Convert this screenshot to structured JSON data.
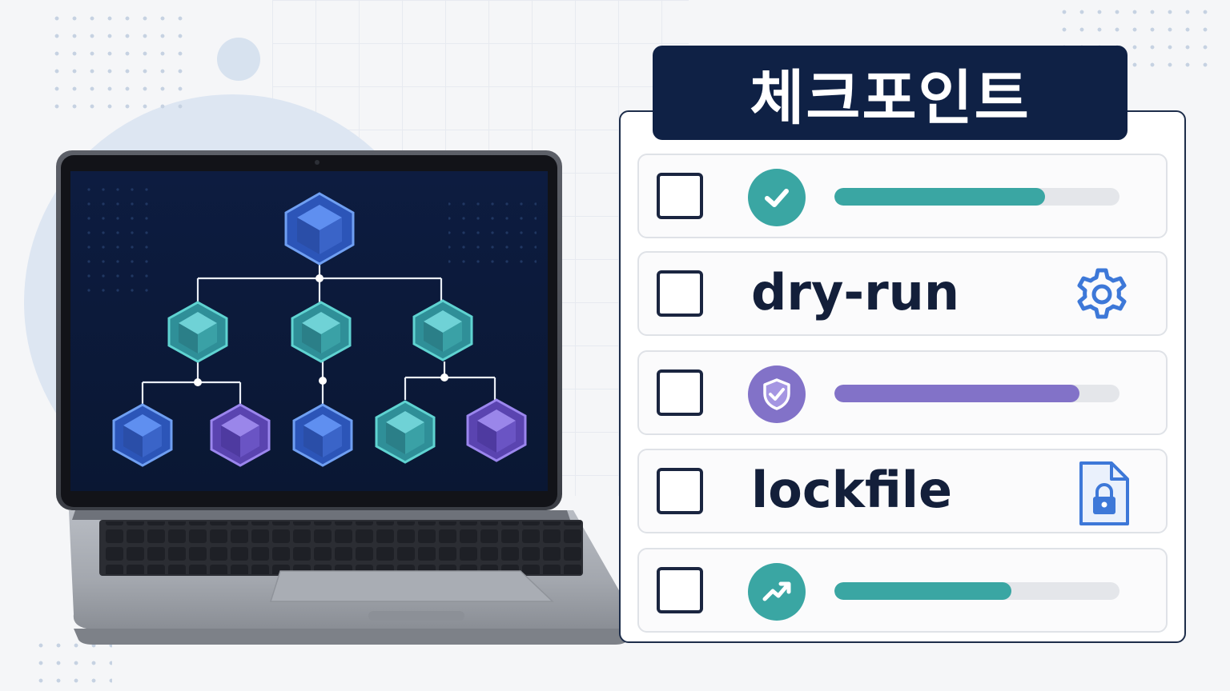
{
  "title": "체크포인트",
  "colors": {
    "navy": "#0f2145",
    "teal": "#3aa6a3",
    "purple": "#8272c8",
    "blue": "#3d78d8",
    "track": "#e4e6ea"
  },
  "checklist": [
    {
      "type": "progress",
      "checked": false,
      "icon": "check-circle-icon",
      "progress": 0.74,
      "color": "#3aa6a3"
    },
    {
      "type": "label",
      "checked": false,
      "label": "dry-run",
      "icon": "gear-icon"
    },
    {
      "type": "progress",
      "checked": false,
      "icon": "shield-check-icon",
      "progress": 0.86,
      "color": "#8272c8"
    },
    {
      "type": "label",
      "checked": false,
      "label": "lockfile",
      "icon": "locked-file-icon"
    },
    {
      "type": "progress",
      "checked": false,
      "icon": "trend-up-icon",
      "progress": 0.62,
      "color": "#3aa6a3"
    }
  ],
  "laptop_screen": {
    "diagram": "dependency-tree",
    "nodes": [
      {
        "level": 0,
        "color": "blue"
      },
      {
        "level": 1,
        "color": "teal"
      },
      {
        "level": 1,
        "color": "teal"
      },
      {
        "level": 1,
        "color": "teal"
      },
      {
        "level": 2,
        "color": "blue"
      },
      {
        "level": 2,
        "color": "purple"
      },
      {
        "level": 2,
        "color": "blue"
      },
      {
        "level": 2,
        "color": "teal"
      },
      {
        "level": 2,
        "color": "purple"
      }
    ]
  }
}
